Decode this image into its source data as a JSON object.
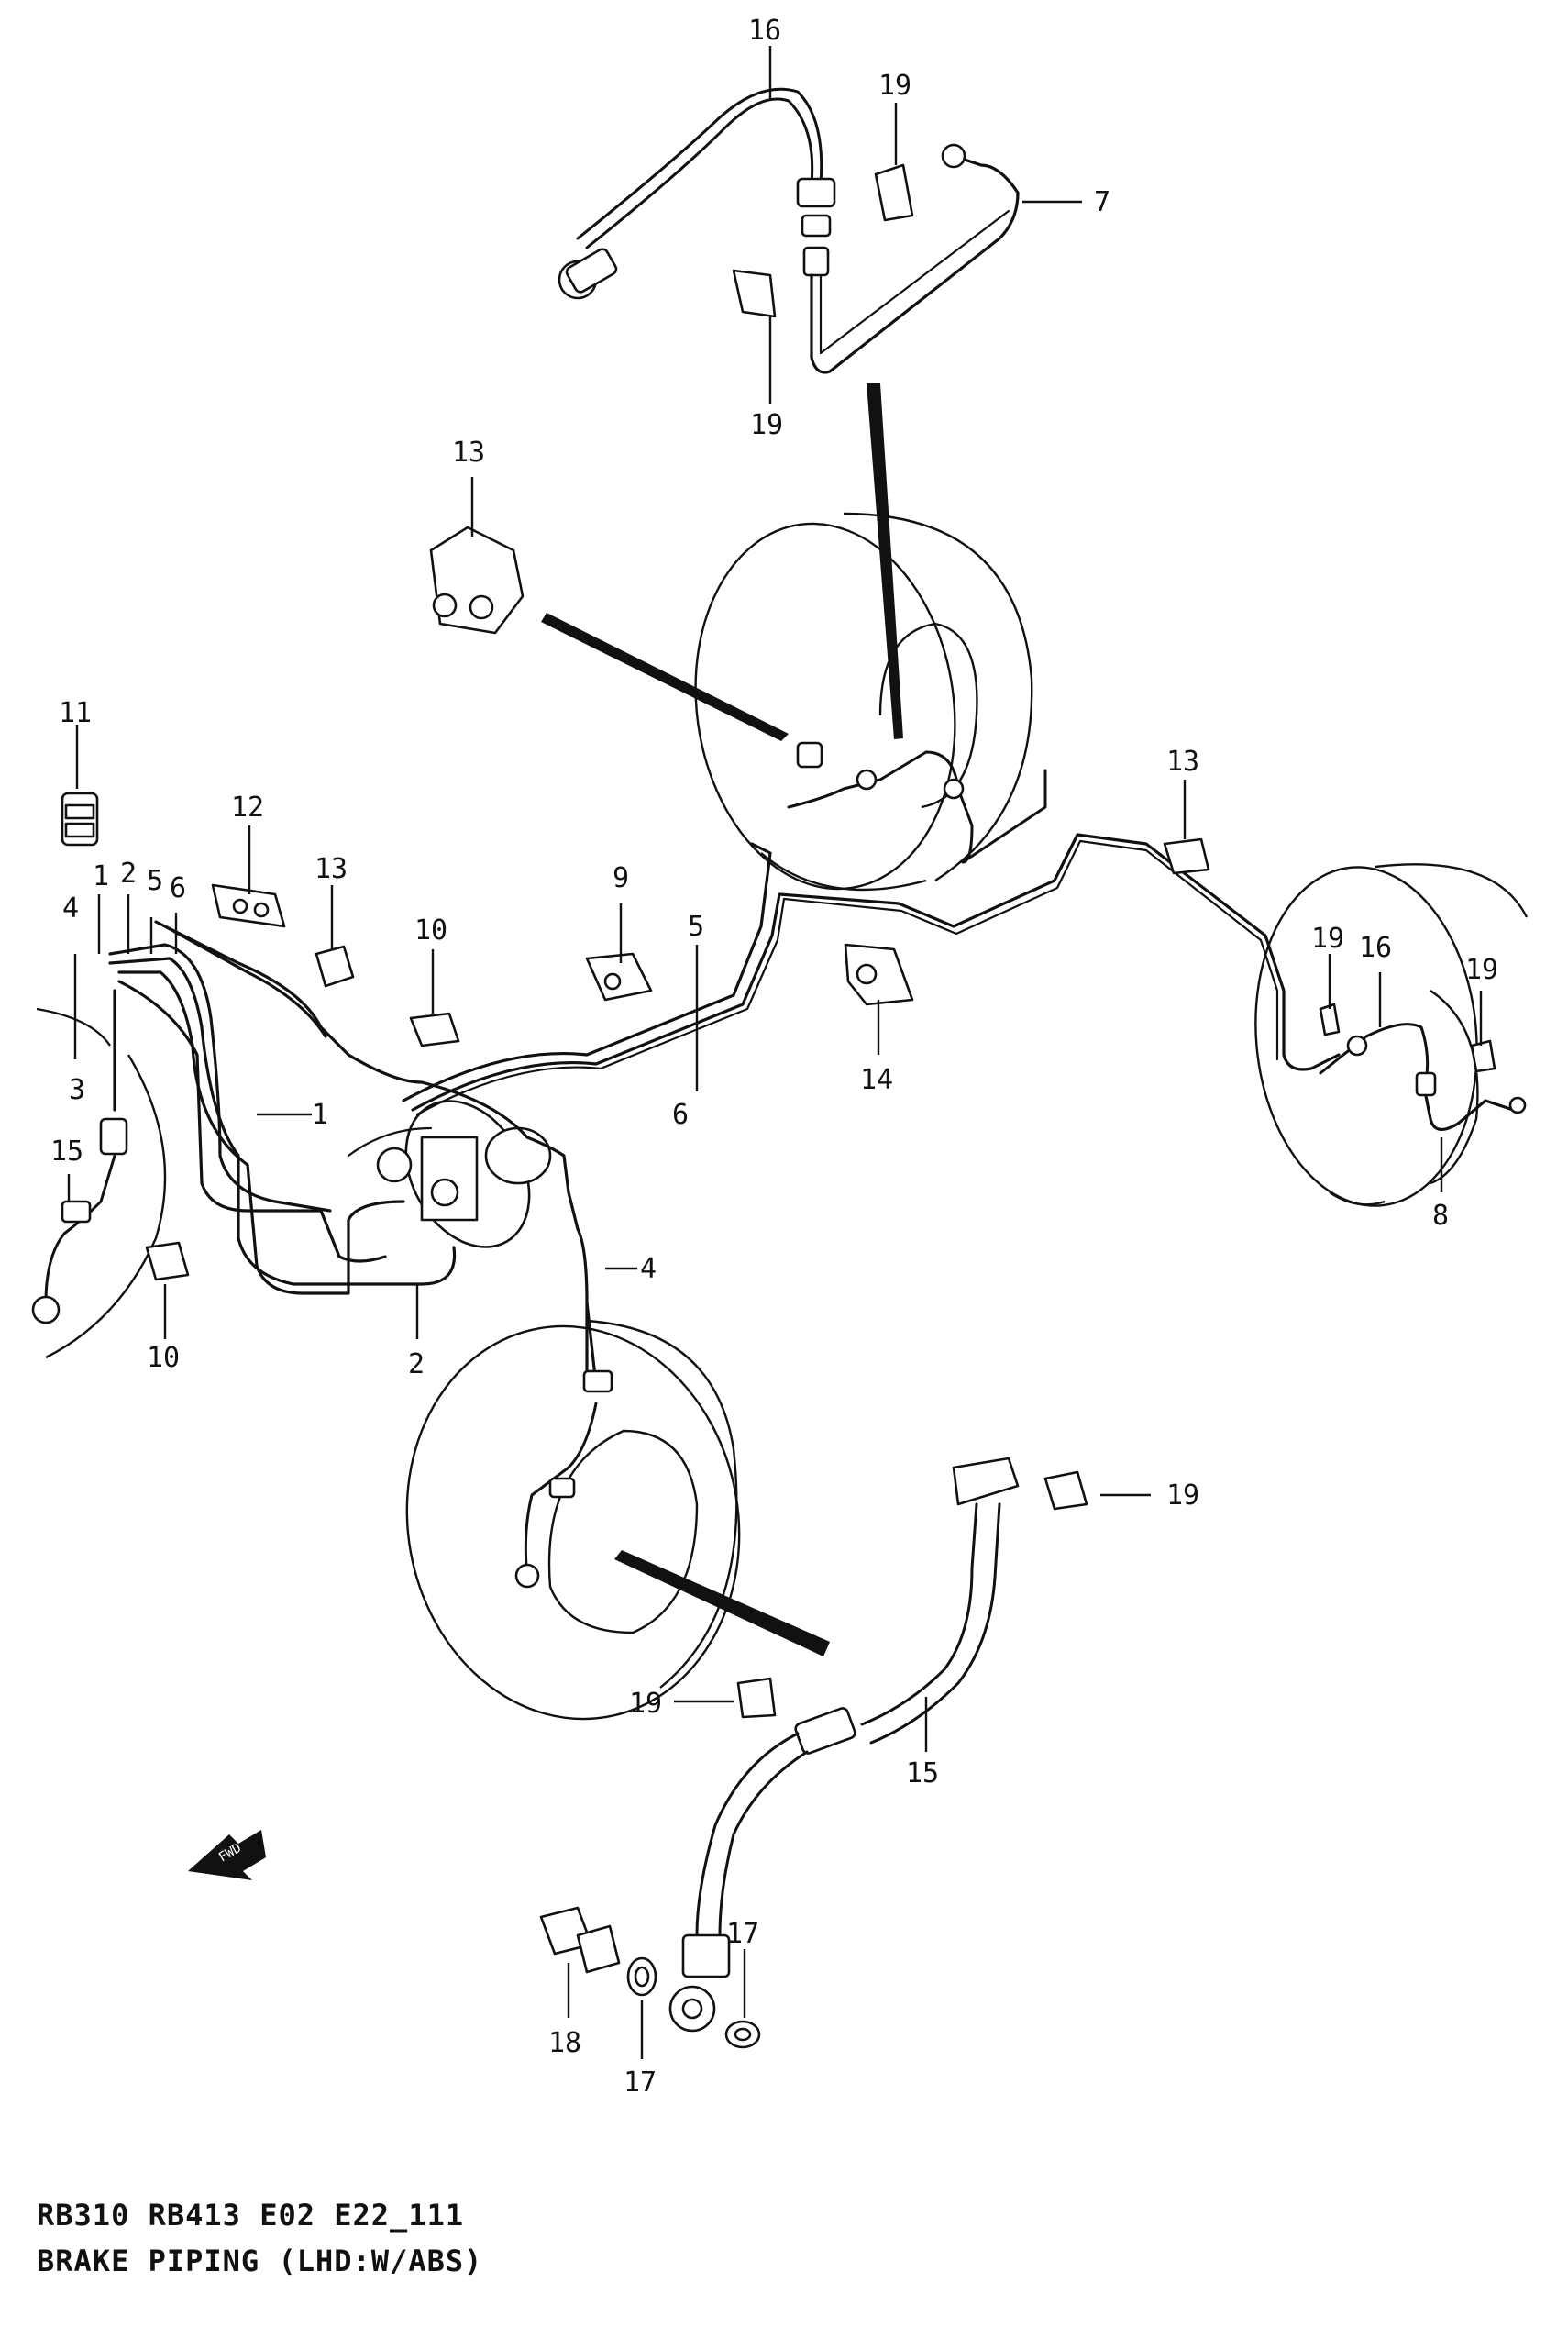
{
  "caption": {
    "code_line": "RB310 RB413 E02 E22_111",
    "title_line": "BRAKE PIPING (LHD:W/ABS)"
  },
  "fwd_label": "FWD",
  "callouts": [
    "1",
    "2",
    "3",
    "4",
    "5",
    "6",
    "7",
    "8",
    "9",
    "10",
    "11",
    "12",
    "13",
    "14",
    "15",
    "16",
    "17",
    "18",
    "19"
  ],
  "parts": [
    {
      "no": "1",
      "label": "1"
    },
    {
      "no": "2",
      "label": "2"
    },
    {
      "no": "3",
      "label": "3"
    },
    {
      "no": "4",
      "label": "4"
    },
    {
      "no": "5",
      "label": "5"
    },
    {
      "no": "6",
      "label": "6"
    },
    {
      "no": "7",
      "label": "7"
    },
    {
      "no": "8",
      "label": "8"
    },
    {
      "no": "9",
      "label": "9"
    },
    {
      "no": "10",
      "label": "10"
    },
    {
      "no": "11",
      "label": "11"
    },
    {
      "no": "12",
      "label": "12"
    },
    {
      "no": "13",
      "label": "13"
    },
    {
      "no": "14",
      "label": "14"
    },
    {
      "no": "15",
      "label": "15"
    },
    {
      "no": "16",
      "label": "16"
    },
    {
      "no": "17",
      "label": "17"
    },
    {
      "no": "18",
      "label": "18"
    },
    {
      "no": "19",
      "label": "19"
    }
  ]
}
